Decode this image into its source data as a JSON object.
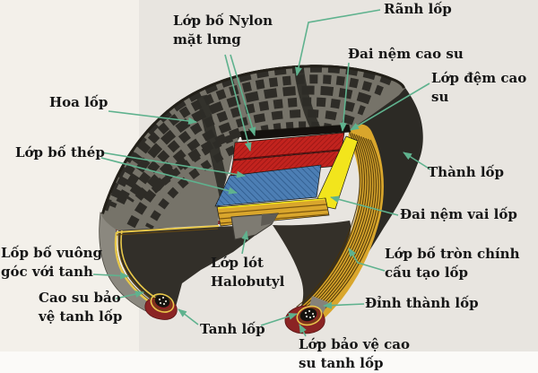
{
  "figure": {
    "type": "labeled-diagram",
    "subject": "Cấu tạo lốp xe (tire cross-section cutaway)"
  },
  "labels": {
    "ranh_lop": "Rãnh lốp",
    "lop_bo_nylon": "Lớp bố Nylon\nmặt lưng",
    "dai_nem_cao_su": "Đai nệm cao su",
    "lop_dem_cao_su": "Lớp đệm cao su",
    "hoa_lop": "Hoa lốp",
    "lop_bo_thep": "Lớp bố thép",
    "thanh_lop": "Thành lốp",
    "dai_nem_vai_lop": "Đai nệm vai lốp",
    "lop_bo_tron": "Lớp bố tròn chính\ncấu tạo lốp",
    "lop_bo_vuong": "Lốp bố vuông\ngóc với tanh",
    "lop_lot": "Lớp lót\nHalobutyl",
    "cao_su_bao_ve": "Cao su bảo\nvệ tanh lốp",
    "dinh_thanh_lop": "Đỉnh thành lốp",
    "tanh_lop": "Tanh lốp",
    "lop_bao_ve": "Lớp bảo vệ cao\nsu tanh lốp"
  },
  "colors": {
    "background": "#e8e5e0",
    "background_left": "#f3f0ea",
    "background_bottom": "#fbfaf8",
    "leader_line": "#5fb28e",
    "text": "#161616",
    "tread_gray": "#767369",
    "tread_block_dark": "#2e2c27",
    "sidewall_dark": "#2c2a25",
    "nylon_cap_red": "#c2231e",
    "steel_belt_blue": "#4c7eb4",
    "shoulder_wedge_yellow": "#f2e51c",
    "carcass_gold": "#d9a62c",
    "bead_maroon": "#8b2424",
    "inner_liner_gray": "#7e7b72"
  }
}
